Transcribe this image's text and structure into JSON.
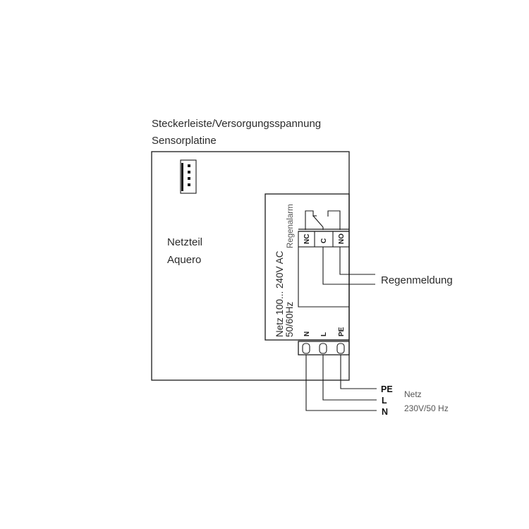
{
  "header": {
    "line1": "Steckerleiste/Versorgungsspannung",
    "line2": "Sensorplatine"
  },
  "device": {
    "name_line1": "Netzteil",
    "name_line2": "Aquero"
  },
  "psu": {
    "rating_line1": "Netz 100... 240V AC",
    "rating_line2": "50/60Hz",
    "relay_label": "Regenalarm",
    "relay_terminals": [
      "NC",
      "C",
      "NO"
    ],
    "power_terminals": [
      "N",
      "L",
      "PE"
    ]
  },
  "outputs": {
    "relay_signal": "Regenmeldung"
  },
  "mains": {
    "wires": [
      "PE",
      "L",
      "N"
    ],
    "label_line1": "Netz",
    "label_line2": "230V/50 Hz"
  }
}
